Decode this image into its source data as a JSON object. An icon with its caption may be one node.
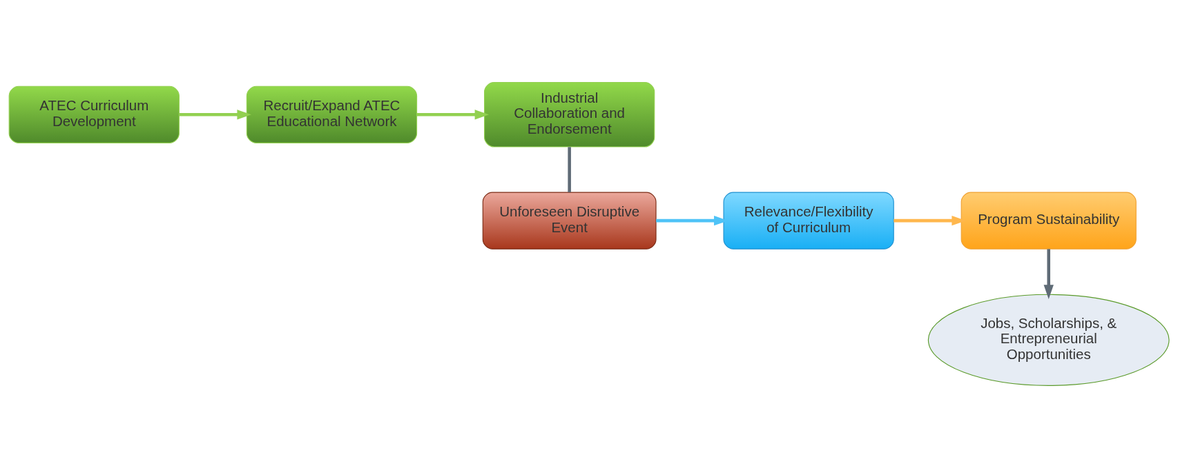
{
  "diagram": {
    "nodes": [
      {
        "text": [
          "ATEC Curriculum Development"
        ]
      },
      {
        "text": [
          "Recruit/Expand ATEC Educational Network"
        ]
      },
      {
        "text": [
          "Industrial Collaboration and Endorsement"
        ]
      },
      {
        "text": [
          "Unforeseen Disruptive Event"
        ]
      },
      {
        "text": [
          "Relevance/Flexibility of Curriculum"
        ]
      },
      {
        "text": [
          "Program Sustainability"
        ]
      },
      {
        "text": [
          "Jobs, Scholarships, & Entrepreneurial Opportunities"
        ]
      }
    ],
    "edges": [
      {
        "from": 0,
        "to": 1,
        "arrow": "to",
        "color": "#92d050"
      },
      {
        "from": 1,
        "to": 2,
        "arrow": "to",
        "color": "#92d050"
      },
      {
        "from": 2,
        "to": 3,
        "arrow": "none",
        "color": "#5f6b76"
      },
      {
        "from": 3,
        "to": 4,
        "arrow": "to",
        "color": "#4fc3f7"
      },
      {
        "from": 4,
        "to": 5,
        "arrow": "to",
        "color": "#ffb74d"
      },
      {
        "from": 5,
        "to": 6,
        "arrow": "to",
        "color": "#5f6b76"
      }
    ]
  }
}
